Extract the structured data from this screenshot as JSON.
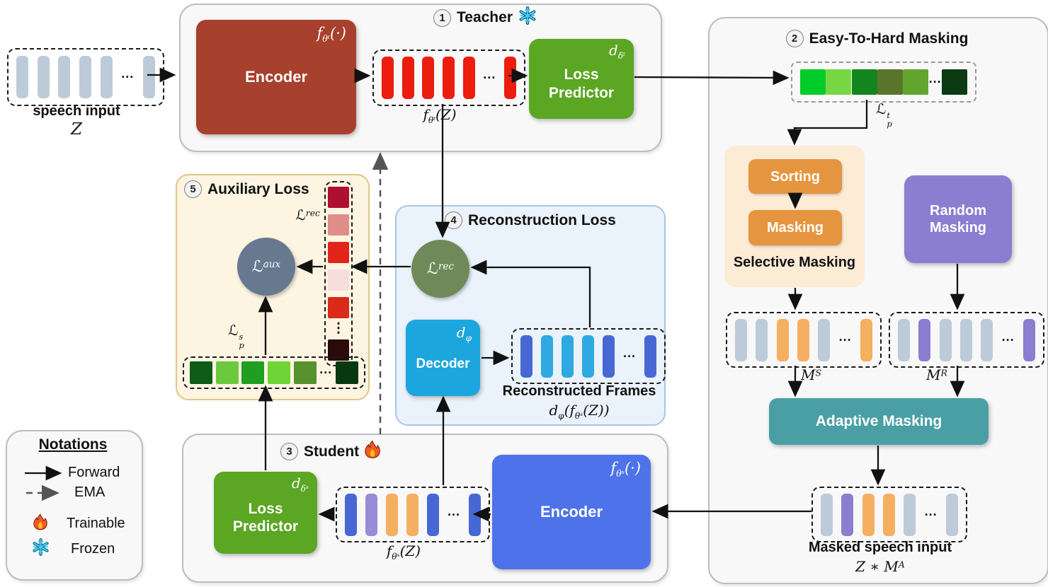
{
  "palette": {
    "gray": "#BDCBD9",
    "red": "#EC1C0F",
    "orange": "#F5AF60",
    "purple": "#8B7ED0",
    "purple_light": "#988CD8",
    "royal": "#4767D3",
    "cyan": "#2FA9E1",
    "g1": "#00CC29",
    "g2": "#77D643",
    "g3": "#13861F",
    "g4": "#5A752B",
    "g5": "#61A42E",
    "g6": "#0B3A13",
    "a1": "#0E5C18",
    "a2": "#6CC93E",
    "a3": "#1F9E22",
    "a4": "#6FD435",
    "a5": "#56912E",
    "a6": "#07380F",
    "r1": "#B01030",
    "r2": "#E08C88",
    "r3": "#E3241A",
    "r4": "#F7DCDC",
    "r5": "#DA2A1A",
    "r6": "#2A0A0A"
  },
  "colors": {
    "teacher_encoder": "#A7402C",
    "loss_predictor": "#5BA622",
    "student_encoder": "#4E72EA",
    "decoder": "#1CA6DE",
    "adaptive": "#4A9FA4",
    "random": "#8B7ED0",
    "sorting": "#E5953F",
    "masking": "#E5953F",
    "selective_bg": "#FCEBD5",
    "aux_bg": "#FDF4E2",
    "aux_border": "#E2C684",
    "recon_bg": "#EAF2FB",
    "recon_border": "#A9C6E4",
    "laux_node": "#66798F",
    "lrec_node": "#6F8A58",
    "panel_bg": "#F8F8F8",
    "panel_border": "#BDBDBD"
  },
  "cells": {
    "speech_bars": [
      "gray",
      "gray",
      "gray",
      "gray",
      "gray",
      "dots",
      "gray"
    ],
    "teacher_frames": [
      "red",
      "red",
      "red",
      "red",
      "red",
      "dots",
      "red"
    ],
    "eth_squares": [
      "g1",
      "g2",
      "g3",
      "g4",
      "g5",
      "dots",
      "g6"
    ],
    "selective_mask_frames": [
      "gray",
      "gray",
      "orange",
      "orange",
      "gray",
      "dots",
      "orange"
    ],
    "random_mask_frames": [
      "gray",
      "purple",
      "gray",
      "gray",
      "gray",
      "dots",
      "purple"
    ],
    "masked_input_frames": [
      "gray",
      "purple",
      "orange",
      "orange",
      "gray",
      "dots",
      "gray"
    ],
    "recon_frames": [
      "royal",
      "cyan",
      "cyan",
      "cyan",
      "royal",
      "dots",
      "royal"
    ],
    "student_frames": [
      "royal",
      "purple_light",
      "orange",
      "orange",
      "royal",
      "dots",
      "royal"
    ],
    "aux_green_row": [
      "a1",
      "a2",
      "a3",
      "a4",
      "a5",
      "dots",
      "a6"
    ],
    "aux_red_col": [
      "r1",
      "r2",
      "r3",
      "r4",
      "r5",
      "vdots",
      "r6"
    ]
  },
  "speech": {
    "caption": "speech input"
  },
  "teacher": {
    "num": "1",
    "title": "Teacher",
    "encoder": "Encoder",
    "loss_predictor": "Loss Predictor"
  },
  "eth": {
    "num": "2",
    "title": "Easy-To-Hard Masking",
    "sorting": "Sorting",
    "masking": "Masking",
    "selective": "Selective Masking",
    "random": "Random Masking",
    "adaptive": "Adaptive Masking",
    "masked_caption": "Masked speech input"
  },
  "student": {
    "num": "3",
    "title": "Student",
    "encoder": "Encoder",
    "loss_predictor": "Loss Predictor"
  },
  "recon": {
    "num": "4",
    "title": "Reconstruction Loss",
    "decoder": "Decoder",
    "frames_caption": "Reconstructed Frames"
  },
  "aux": {
    "num": "5",
    "title": "Auxiliary Loss"
  },
  "legend": {
    "title": "Notations",
    "forward": "Forward",
    "ema": "EMA",
    "trainable": "Trainable",
    "frozen": "Frozen"
  },
  "math": {
    "z": {
      "b": "Z"
    },
    "enc_t": {
      "b": "f",
      "sub": "θᵗ",
      "r": "(·)"
    },
    "feat_t": {
      "b": "f",
      "sub": "θᵗ",
      "r": "(Z)"
    },
    "d_t": {
      "b": "d",
      "sub": "δᵗ"
    },
    "d_s": {
      "b": "d",
      "sub": "δˢ"
    },
    "enc_s": {
      "b": "f",
      "sub": "θˢ",
      "r": "(·)"
    },
    "feat_s": {
      "b": "f",
      "sub": "θˢ",
      "r": "(Z)"
    },
    "lpt": {
      "b": "ℒ",
      "sup": "t",
      "sub": "p"
    },
    "lps": {
      "b": "ℒ",
      "sup": "s",
      "sub": "p"
    },
    "lrec": {
      "b": "ℒ",
      "sup": "rec"
    },
    "laux": {
      "b": "ℒ",
      "sup": "aux"
    },
    "ms": {
      "b": "M",
      "sup": "S"
    },
    "mr": {
      "b": "M",
      "sup": "R"
    },
    "zma": {
      "b": "Z ∗ M",
      "sup": "A"
    },
    "dphi": {
      "b": "d",
      "sub": "φ"
    },
    "recon_fn": {
      "b1": "d",
      "s1": "φ",
      "b2": "(f",
      "s2": "θˢ",
      "b3": "(Z))"
    }
  }
}
